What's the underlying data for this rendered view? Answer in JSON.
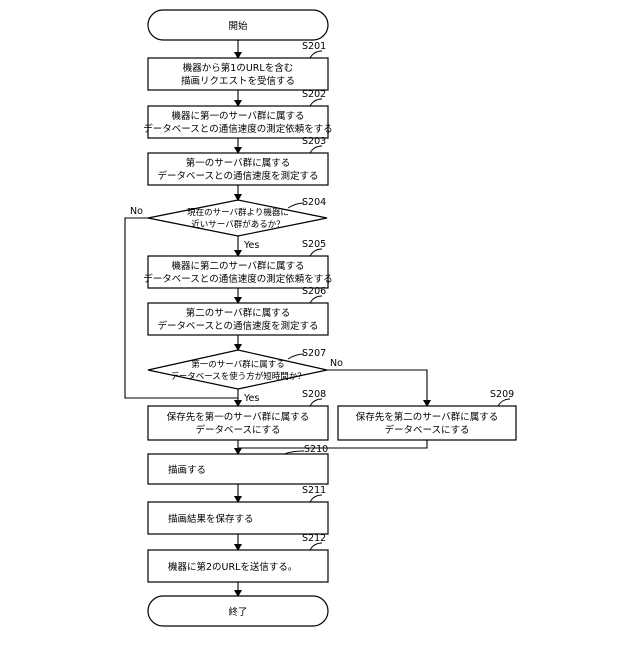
{
  "flowchart": {
    "start": "開始",
    "end": "終了",
    "steps": {
      "s201": {
        "id": "S201",
        "lines": [
          "機器から第1のURLを含む",
          "描画リクエストを受信する"
        ]
      },
      "s202": {
        "id": "S202",
        "lines": [
          "機器に第一のサーバ群に属する",
          "データベースとの通信速度の測定依頼をする"
        ]
      },
      "s203": {
        "id": "S203",
        "lines": [
          "第一のサーバ群に属する",
          "データベースとの通信速度を測定する"
        ]
      },
      "s204": {
        "id": "S204",
        "lines": [
          "現在のサーバ群より機器に",
          "近いサーバ群があるか？"
        ]
      },
      "s205": {
        "id": "S205",
        "lines": [
          "機器に第二のサーバ群に属する",
          "データベースとの通信速度の測定依頼をする"
        ]
      },
      "s206": {
        "id": "S206",
        "lines": [
          "第二のサーバ群に属する",
          "データベースとの通信速度を測定する"
        ]
      },
      "s207": {
        "id": "S207",
        "lines": [
          "第一のサーバ群に属する",
          "データベースを使う方が短時間か？"
        ]
      },
      "s208": {
        "id": "S208",
        "lines": [
          "保存先を第一のサーバ群に属する",
          "データベースにする"
        ]
      },
      "s209": {
        "id": "S209",
        "lines": [
          "保存先を第二のサーバ群に属する",
          "データベースにする"
        ]
      },
      "s210": {
        "id": "S210",
        "lines": [
          "描画する"
        ]
      },
      "s211": {
        "id": "S211",
        "lines": [
          "描画結果を保存する"
        ]
      },
      "s212": {
        "id": "S212",
        "lines": [
          "機器に第2のURLを送信する。"
        ]
      }
    },
    "branches": {
      "s204_no": "No",
      "s204_yes": "Yes",
      "s207_no": "No",
      "s207_yes": "Yes"
    }
  }
}
